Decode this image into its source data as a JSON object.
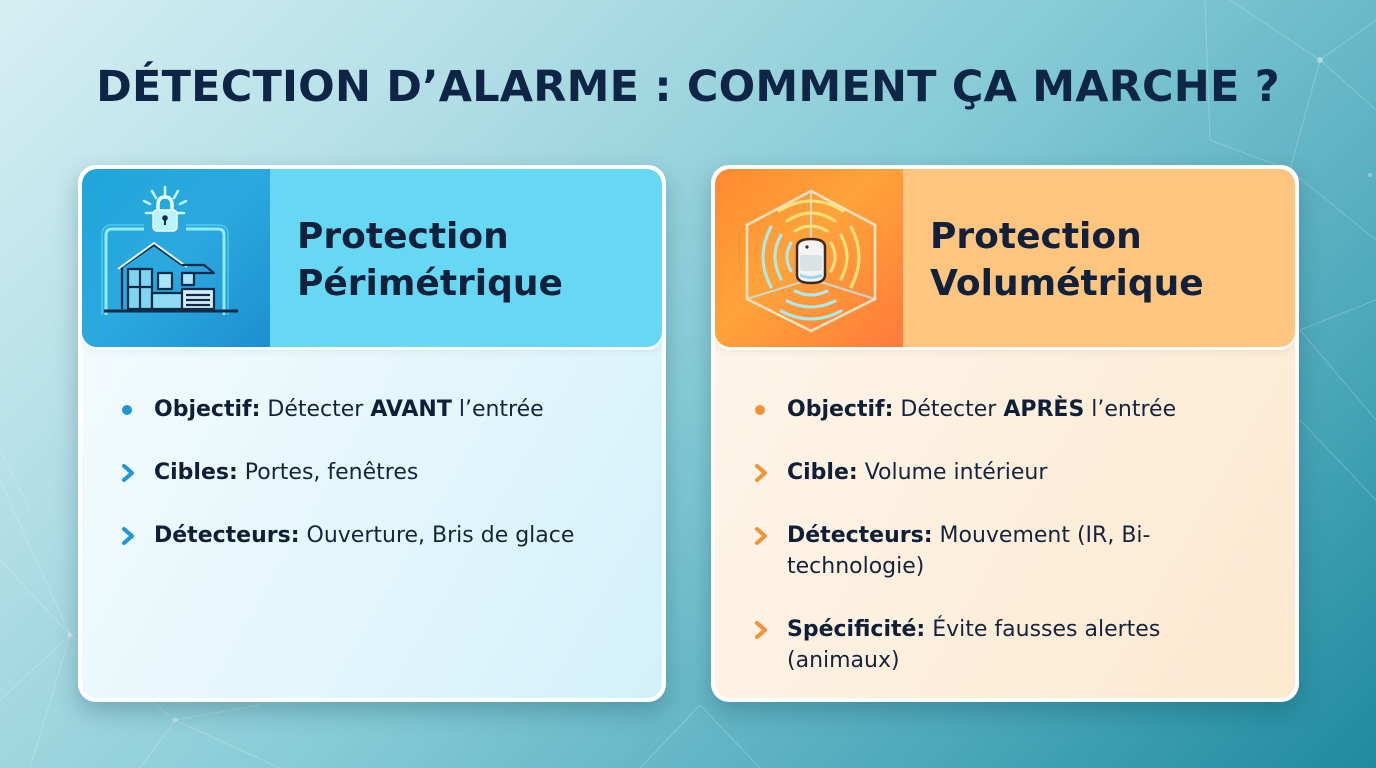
{
  "page": {
    "title": "DÉTECTION D’ALARME : COMMENT ÇA MARCHE ?"
  },
  "colors": {
    "title": "#0e2545",
    "perimeter_accent": "#1f97d6",
    "perimeter_header": "#67d8f4",
    "volume_accent": "#f6913a",
    "volume_header": "#fdc57e"
  },
  "cards": [
    {
      "id": "perimetrique",
      "icon": "house-lock-icon",
      "title_line1": "Protection",
      "title_line2": "Périmétrique",
      "bullets": [
        {
          "marker": "dot",
          "label": "Objectif:",
          "text_before": " Détecter ",
          "strong": "AVANT",
          "text_after": " l’entrée"
        },
        {
          "marker": "chevron",
          "label": "Cibles:",
          "text_before": " Portes, fenêtres",
          "strong": "",
          "text_after": ""
        },
        {
          "marker": "chevron",
          "label": "Détecteurs:",
          "text_before": " Ouverture, Bris de glace",
          "strong": "",
          "text_after": ""
        }
      ]
    },
    {
      "id": "volumetrique",
      "icon": "motion-sensor-icon",
      "title_line1": "Protection",
      "title_line2": "Volumétrique",
      "bullets": [
        {
          "marker": "dot",
          "label": "Objectif:",
          "text_before": " Détecter ",
          "strong": "APRÈS",
          "text_after": " l’entrée"
        },
        {
          "marker": "chevron",
          "label": "Cible:",
          "text_before": " Volume intérieur",
          "strong": "",
          "text_after": ""
        },
        {
          "marker": "chevron",
          "label": "Détecteurs:",
          "text_before": " Mouvement (IR, Bi-technologie)",
          "strong": "",
          "text_after": ""
        },
        {
          "marker": "chevron",
          "label": "Spécificité:",
          "text_before": " Évite fausses alertes (animaux)",
          "strong": "",
          "text_after": ""
        }
      ]
    }
  ]
}
